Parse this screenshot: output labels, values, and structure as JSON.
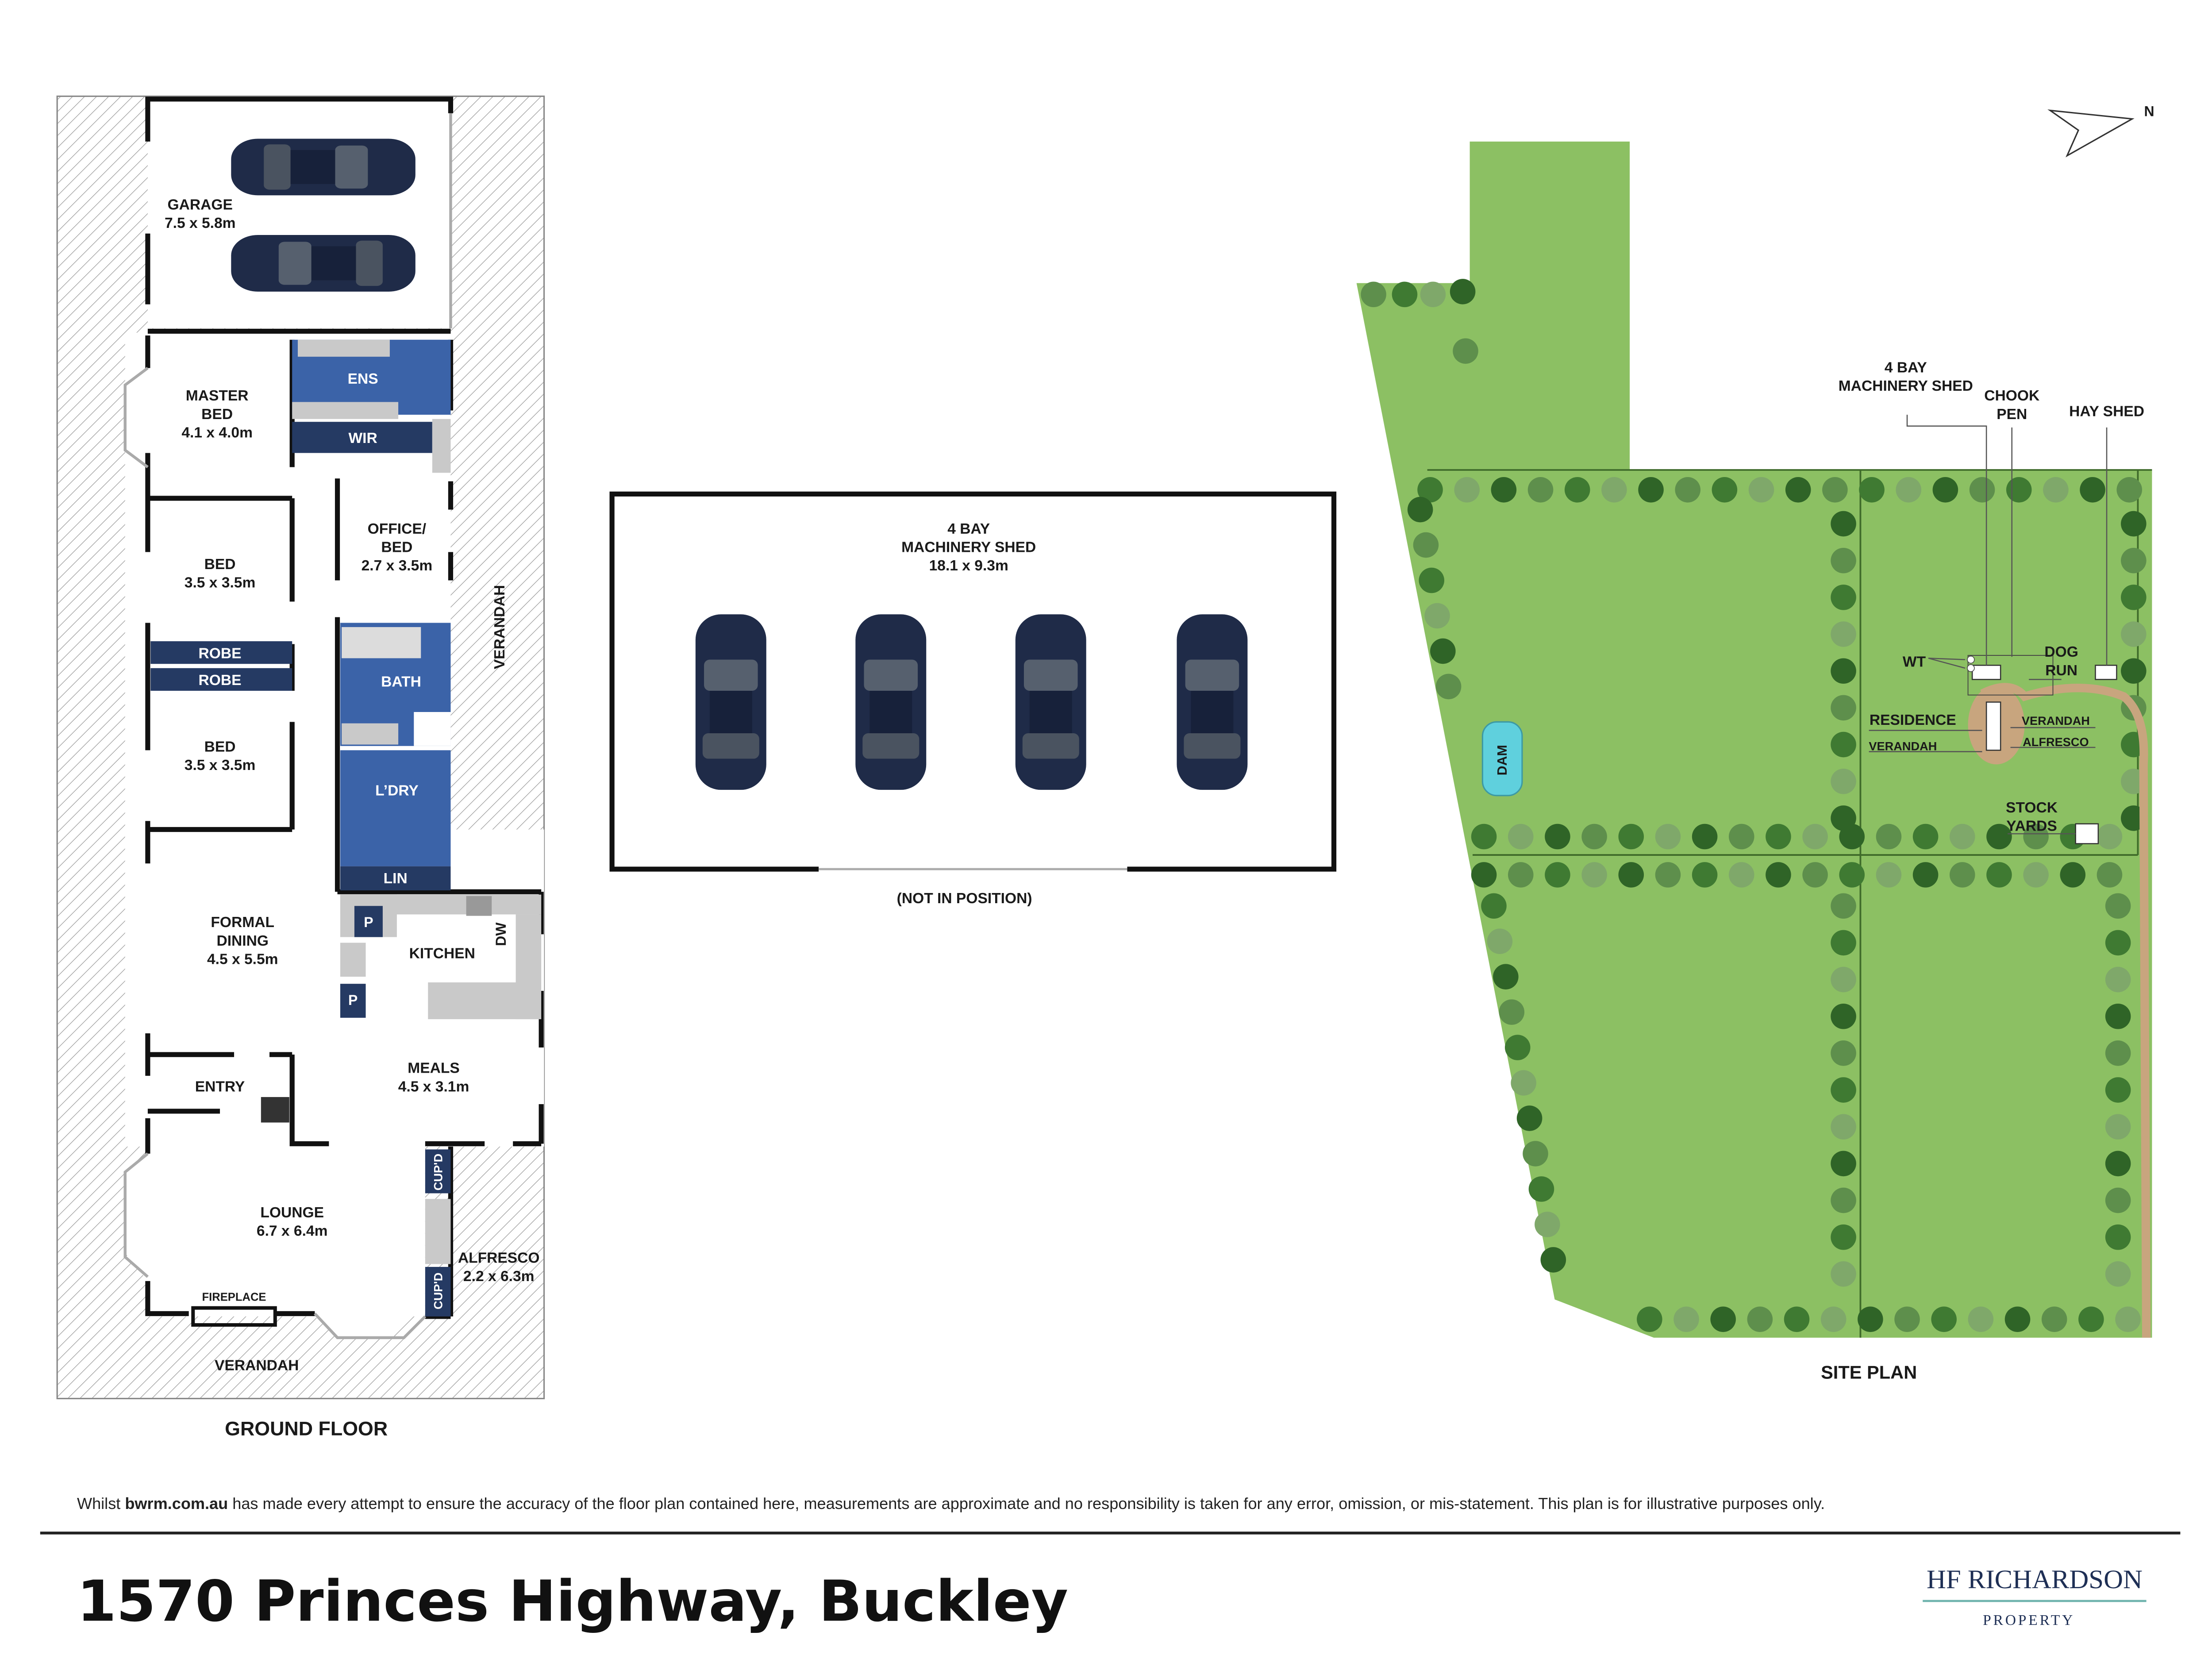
{
  "floor_plan": {
    "title": "GROUND FLOOR",
    "rooms": {
      "garage": [
        "GARAGE",
        "7.5 x 5.8m"
      ],
      "master": [
        "MASTER",
        "BED",
        "4.1 x 4.0m"
      ],
      "ens": "ENS",
      "wir": "WIR",
      "office": [
        "OFFICE/",
        "BED",
        "2.7 x 3.5m"
      ],
      "bed1": [
        "BED",
        "3.5 x 3.5m"
      ],
      "bed2": [
        "BED",
        "3.5 x 3.5m"
      ],
      "robe": "ROBE",
      "bath": "BATH",
      "ldry": "L’DRY",
      "lin": "LIN",
      "dining": [
        "FORMAL",
        "DINING",
        "4.5 x 5.5m"
      ],
      "kitchen": "KITCHEN",
      "pantry": "P",
      "dw": "DW",
      "entry": "ENTRY",
      "meals": [
        "MEALS",
        "4.5 x 3.1m"
      ],
      "lounge": [
        "LOUNGE",
        "6.7 x 6.4m"
      ],
      "cupd": "CUP'D",
      "alfresco": [
        "ALFRESCO",
        "2.2 x 6.3m"
      ],
      "fireplace": "FIREPLACE",
      "verandah": "VERANDAH"
    }
  },
  "shed": {
    "title": [
      "4 BAY",
      "MACHINERY SHED",
      "18.1 x 9.3m"
    ],
    "note": "(NOT IN POSITION)"
  },
  "site_plan": {
    "title": "SITE PLAN",
    "dam": "DAM",
    "labels": {
      "machinery_shed": [
        "4 BAY",
        "MACHINERY SHED"
      ],
      "chook_pen": [
        "CHOOK",
        "PEN"
      ],
      "hay_shed": "HAY SHED",
      "wt": "WT",
      "dog_run": [
        "DOG",
        "RUN"
      ],
      "residence": "RESIDENCE",
      "verandah_left": "VERANDAH",
      "verandah_right": "VERANDAH",
      "alfresco": "ALFRESCO",
      "stock_yards": [
        "STOCK",
        "YARDS"
      ]
    },
    "compass": "N",
    "colors": {
      "grass": "#8cc063",
      "road": "#c8a57e",
      "water": "#5fd0dd"
    }
  },
  "footer": {
    "disclaimer_pre": "Whilst ",
    "disclaimer_site": "bwrm.com.au",
    "disclaimer_post": " has made every attempt to ensure the accuracy of the floor plan contained here, measurements are approximate and no responsibility is taken for any error, omission, or mis-statement. This plan is for illustrative purposes only.",
    "address": "1570 Princes Highway, Buckley",
    "brand": "HF RICHARDSON",
    "brand_sub": "PROPERTY"
  }
}
